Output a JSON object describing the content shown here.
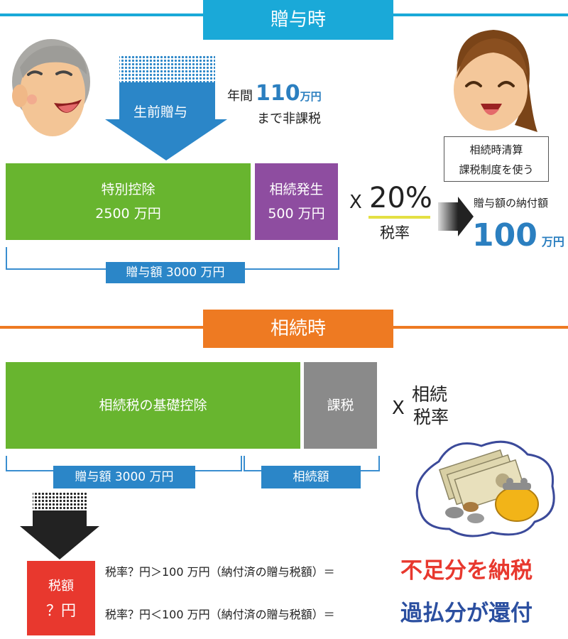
{
  "section_gift": {
    "title": "贈与時"
  },
  "section_inherit": {
    "title": "相続時"
  },
  "gift": {
    "arrow_label": "生前贈与",
    "annual_prefix": "年間",
    "annual_amount": "110",
    "annual_unit": "万円",
    "annual_note": "まで非課税",
    "special_deduction_label": "特別控除",
    "special_deduction_amount": "2500 万円",
    "inheritance_occurs_label": "相続発生",
    "inheritance_occurs_amount": "500 万円",
    "multiply": "X",
    "rate_value": "20%",
    "rate_label": "税率",
    "gift_total_label": "贈与額 3000 万円",
    "system_note_line1": "相続時清算",
    "system_note_line2": "課税制度を使う",
    "paid_label": "贈与額の納付額",
    "paid_amount": "100",
    "paid_unit": "万円"
  },
  "inherit": {
    "basic_deduction_label": "相続税の基礎控除",
    "taxable_label": "課税",
    "multiply": "X",
    "rate_line1": "相続",
    "rate_line2": "税率",
    "gift_amount_label": "贈与額 3000 万円",
    "inherit_amount_label": "相続額"
  },
  "result": {
    "tax_label": "税額",
    "tax_value": "？円",
    "condition1": "税率？円＞100 万円（納付済の贈与税額）＝",
    "outcome1": "不足分を納税",
    "condition2": "税率？円＜100 万円（納付済の贈与税額）＝",
    "outcome2": "過払分が還付"
  },
  "colors": {
    "gift_accent": "#1aa9d8",
    "inherit_accent": "#ee7a22",
    "green": "#68b52f",
    "purple": "#8e4da0",
    "gray": "#8a8a8a",
    "blue_text": "#2b7fc0",
    "red": "#e8382e",
    "navy": "#2b4fa0"
  }
}
